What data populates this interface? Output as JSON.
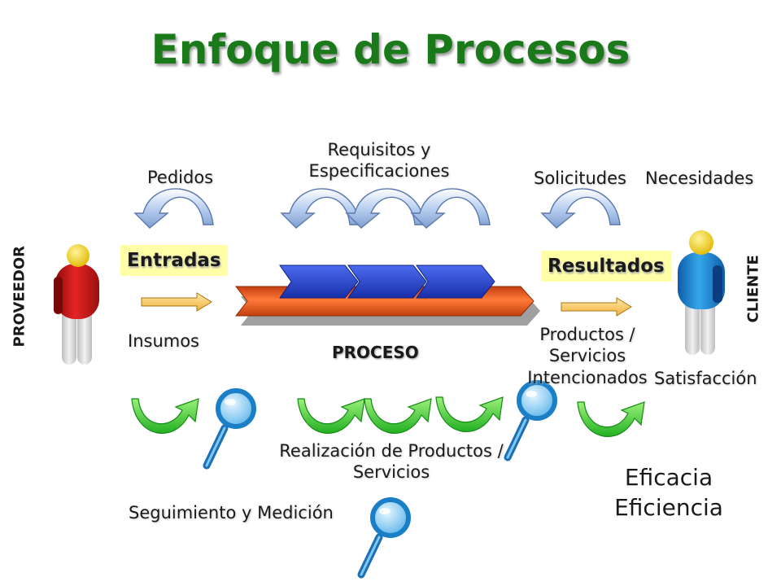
{
  "title": "Enfoque de Procesos",
  "supplier": {
    "label": "PROVEEDOR",
    "color": "#d11a1a"
  },
  "client": {
    "label": "CLIENTE",
    "color": "#1f8fd6"
  },
  "labels": {
    "pedidos": "Pedidos",
    "requisitos_line1": "Requisitos y",
    "requisitos_line2": "Especificaciones",
    "solicitudes": "Solicitudes",
    "necesidades": "Necesidades",
    "entradas": "Entradas",
    "resultados": "Resultados",
    "insumos": "Insumos",
    "proceso": "PROCESO",
    "productos_line1": "Productos /",
    "productos_line2": "Servicios",
    "productos_line3": "Intencionados",
    "satisfaccion": "Satisfacción",
    "realizacion_line1": "Realización de Productos /",
    "realizacion_line2": "Servicios",
    "seguimiento": "Seguimiento y Medición",
    "eficacia": "Eficacia",
    "eficiencia": "Eficiencia"
  },
  "colors": {
    "title": "#1a7a1a",
    "highlight_box": "#ffffa8",
    "process_bar": "#e85a1e",
    "process_chevrons": "#1f3fd0",
    "feedback_arrows": "#9ab8e0",
    "monitoring_arrows": "#3cc83c",
    "flow_arrows": "#f6c35a",
    "magnifier": "#2a9ae0"
  },
  "icons": [
    "person-icon",
    "curved-arrow-icon",
    "magnifier-icon",
    "right-arrow-icon"
  ]
}
